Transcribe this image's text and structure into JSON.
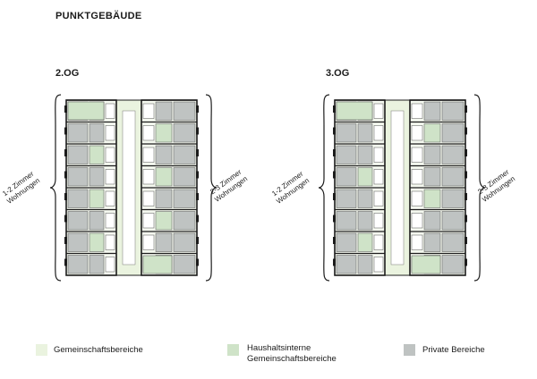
{
  "title": "PUNKTGEBÄUDE",
  "plans": [
    {
      "floor": "2.OG",
      "left_label": [
        "1-2 Zimmer",
        "Wohnungen"
      ],
      "right_label": [
        "2-3 Zimmer",
        "Wohnungen"
      ]
    },
    {
      "floor": "3.OG",
      "left_label": [
        "1-2 Zimmer",
        "Wohnungen"
      ],
      "right_label": [
        "2-3 Zimmer",
        "Wohnungen"
      ]
    }
  ],
  "legend": {
    "communal": {
      "label": "Gemeinschaftsbereiche",
      "color": "#eaf3df"
    },
    "household": {
      "label_line1": "Haushaltsinterne",
      "label_line2": "Gemeinschaftsbereiche",
      "color": "#cfe3c8"
    },
    "private": {
      "label": "Private Bereiche",
      "color": "#bfc3c2"
    }
  },
  "colors": {
    "wall": "#1c1c1c",
    "corridor": "#eaf3df",
    "household": "#cfe3c8",
    "private": "#bfc3c2"
  }
}
